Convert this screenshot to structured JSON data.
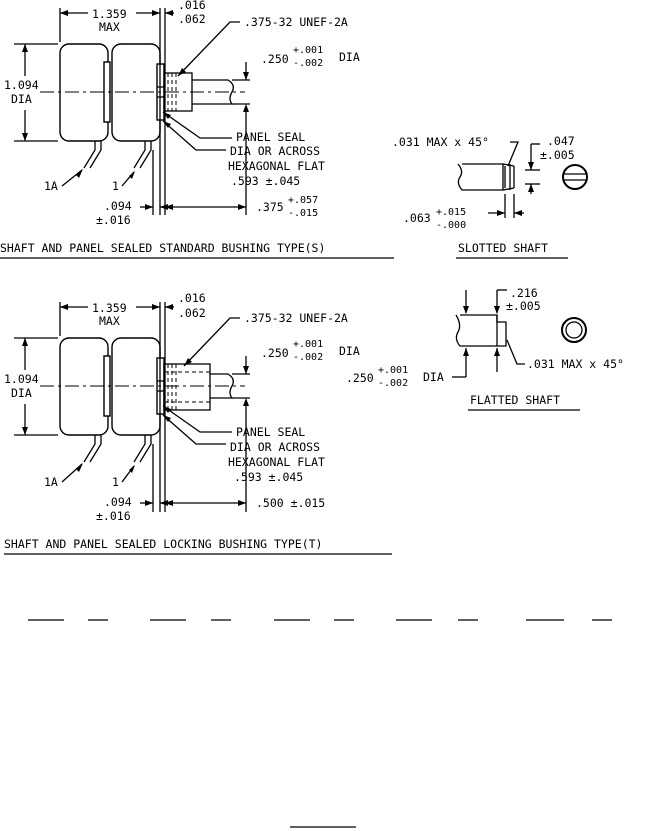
{
  "views": {
    "standard": {
      "caption": "SHAFT AND PANEL SEALED STANDARD BUSHING TYPE(S)",
      "dims": {
        "body_length": "1.359",
        "body_length_note": "MAX",
        "flange_top": ".016",
        "flange_bot": ".062",
        "thread": ".375-32 UNEF-2A",
        "shaft_dia_nom": ".250",
        "shaft_dia_plus": "+.001",
        "shaft_dia_minus": "-.002",
        "shaft_dia_suffix": "DIA",
        "body_dia": "1.094",
        "body_dia_note": "DIA",
        "panel_seal": "PANEL SEAL",
        "across_1": "DIA OR ACROSS",
        "across_2": "HEXAGONAL FLAT",
        "hex": ".593 ±.045",
        "term_1a": "1A",
        "term_1": "1",
        "wall_nom": ".094",
        "wall_tol": "±.016",
        "bushing_nom": ".375",
        "bushing_plus": "+.057",
        "bushing_minus": "-.015"
      }
    },
    "locking": {
      "caption": "SHAFT AND PANEL SEALED LOCKING BUSHING TYPE(T)",
      "dims": {
        "body_length": "1.359",
        "body_length_note": "MAX",
        "flange_top": ".016",
        "flange_bot": ".062",
        "thread": ".375-32 UNEF-2A",
        "shaft_dia_nom": ".250",
        "shaft_dia_plus": "+.001",
        "shaft_dia_minus": "-.002",
        "shaft_dia_suffix": "DIA",
        "body_dia": "1.094",
        "body_dia_note": "DIA",
        "panel_seal": "PANEL SEAL",
        "across_1": "DIA OR ACROSS",
        "across_2": "HEXAGONAL FLAT",
        "hex": ".593 ±.045",
        "term_1a": "1A",
        "term_1": "1",
        "wall_nom": ".094",
        "wall_tol": "±.016",
        "bushing": ".500 ±.015"
      }
    },
    "slotted": {
      "caption": "SLOTTED SHAFT",
      "chamfer": ".031 MAX x 45°",
      "slot_width": ".047",
      "slot_width_tol": "±.005",
      "slot_depth_nom": ".063",
      "slot_depth_plus": "+.015",
      "slot_depth_minus": "-.000"
    },
    "flatted": {
      "caption": "FLATTED SHAFT",
      "flat": ".216",
      "flat_tol": "±.005",
      "chamfer": ".031 MAX x 45°",
      "dia_nom": ".250",
      "dia_plus": "+.001",
      "dia_minus": "-.002",
      "dia_suffix": "DIA"
    }
  }
}
